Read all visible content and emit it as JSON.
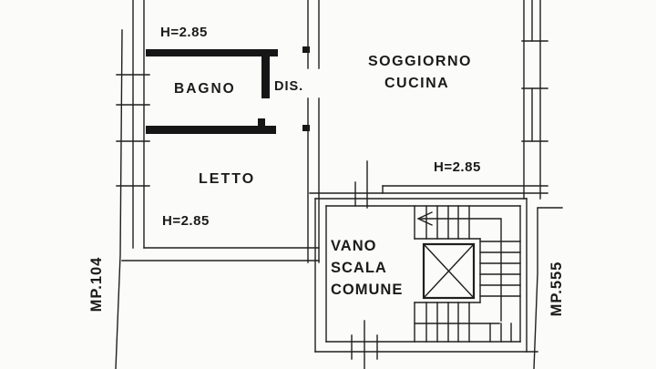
{
  "plan": {
    "type": "apartment-floor-plan",
    "rooms": {
      "bagno": {
        "label": "BAGNO",
        "height": "H=2.85"
      },
      "dis": {
        "label": "DIS."
      },
      "soggiorno": {
        "label1": "SOGGIORNO",
        "label2": "CUCINA",
        "height": "H=2.85"
      },
      "letto": {
        "label": "LETTO",
        "height": "H=2.85"
      },
      "vano_scala": {
        "label1": "VANO",
        "label2": "SCALA",
        "label3": "COMUNE"
      }
    },
    "boundary_markers": {
      "left": "MP.104",
      "right": "MP.555"
    },
    "colors": {
      "ink": "#1f1f1f",
      "paper": "#fbfbf9"
    }
  }
}
